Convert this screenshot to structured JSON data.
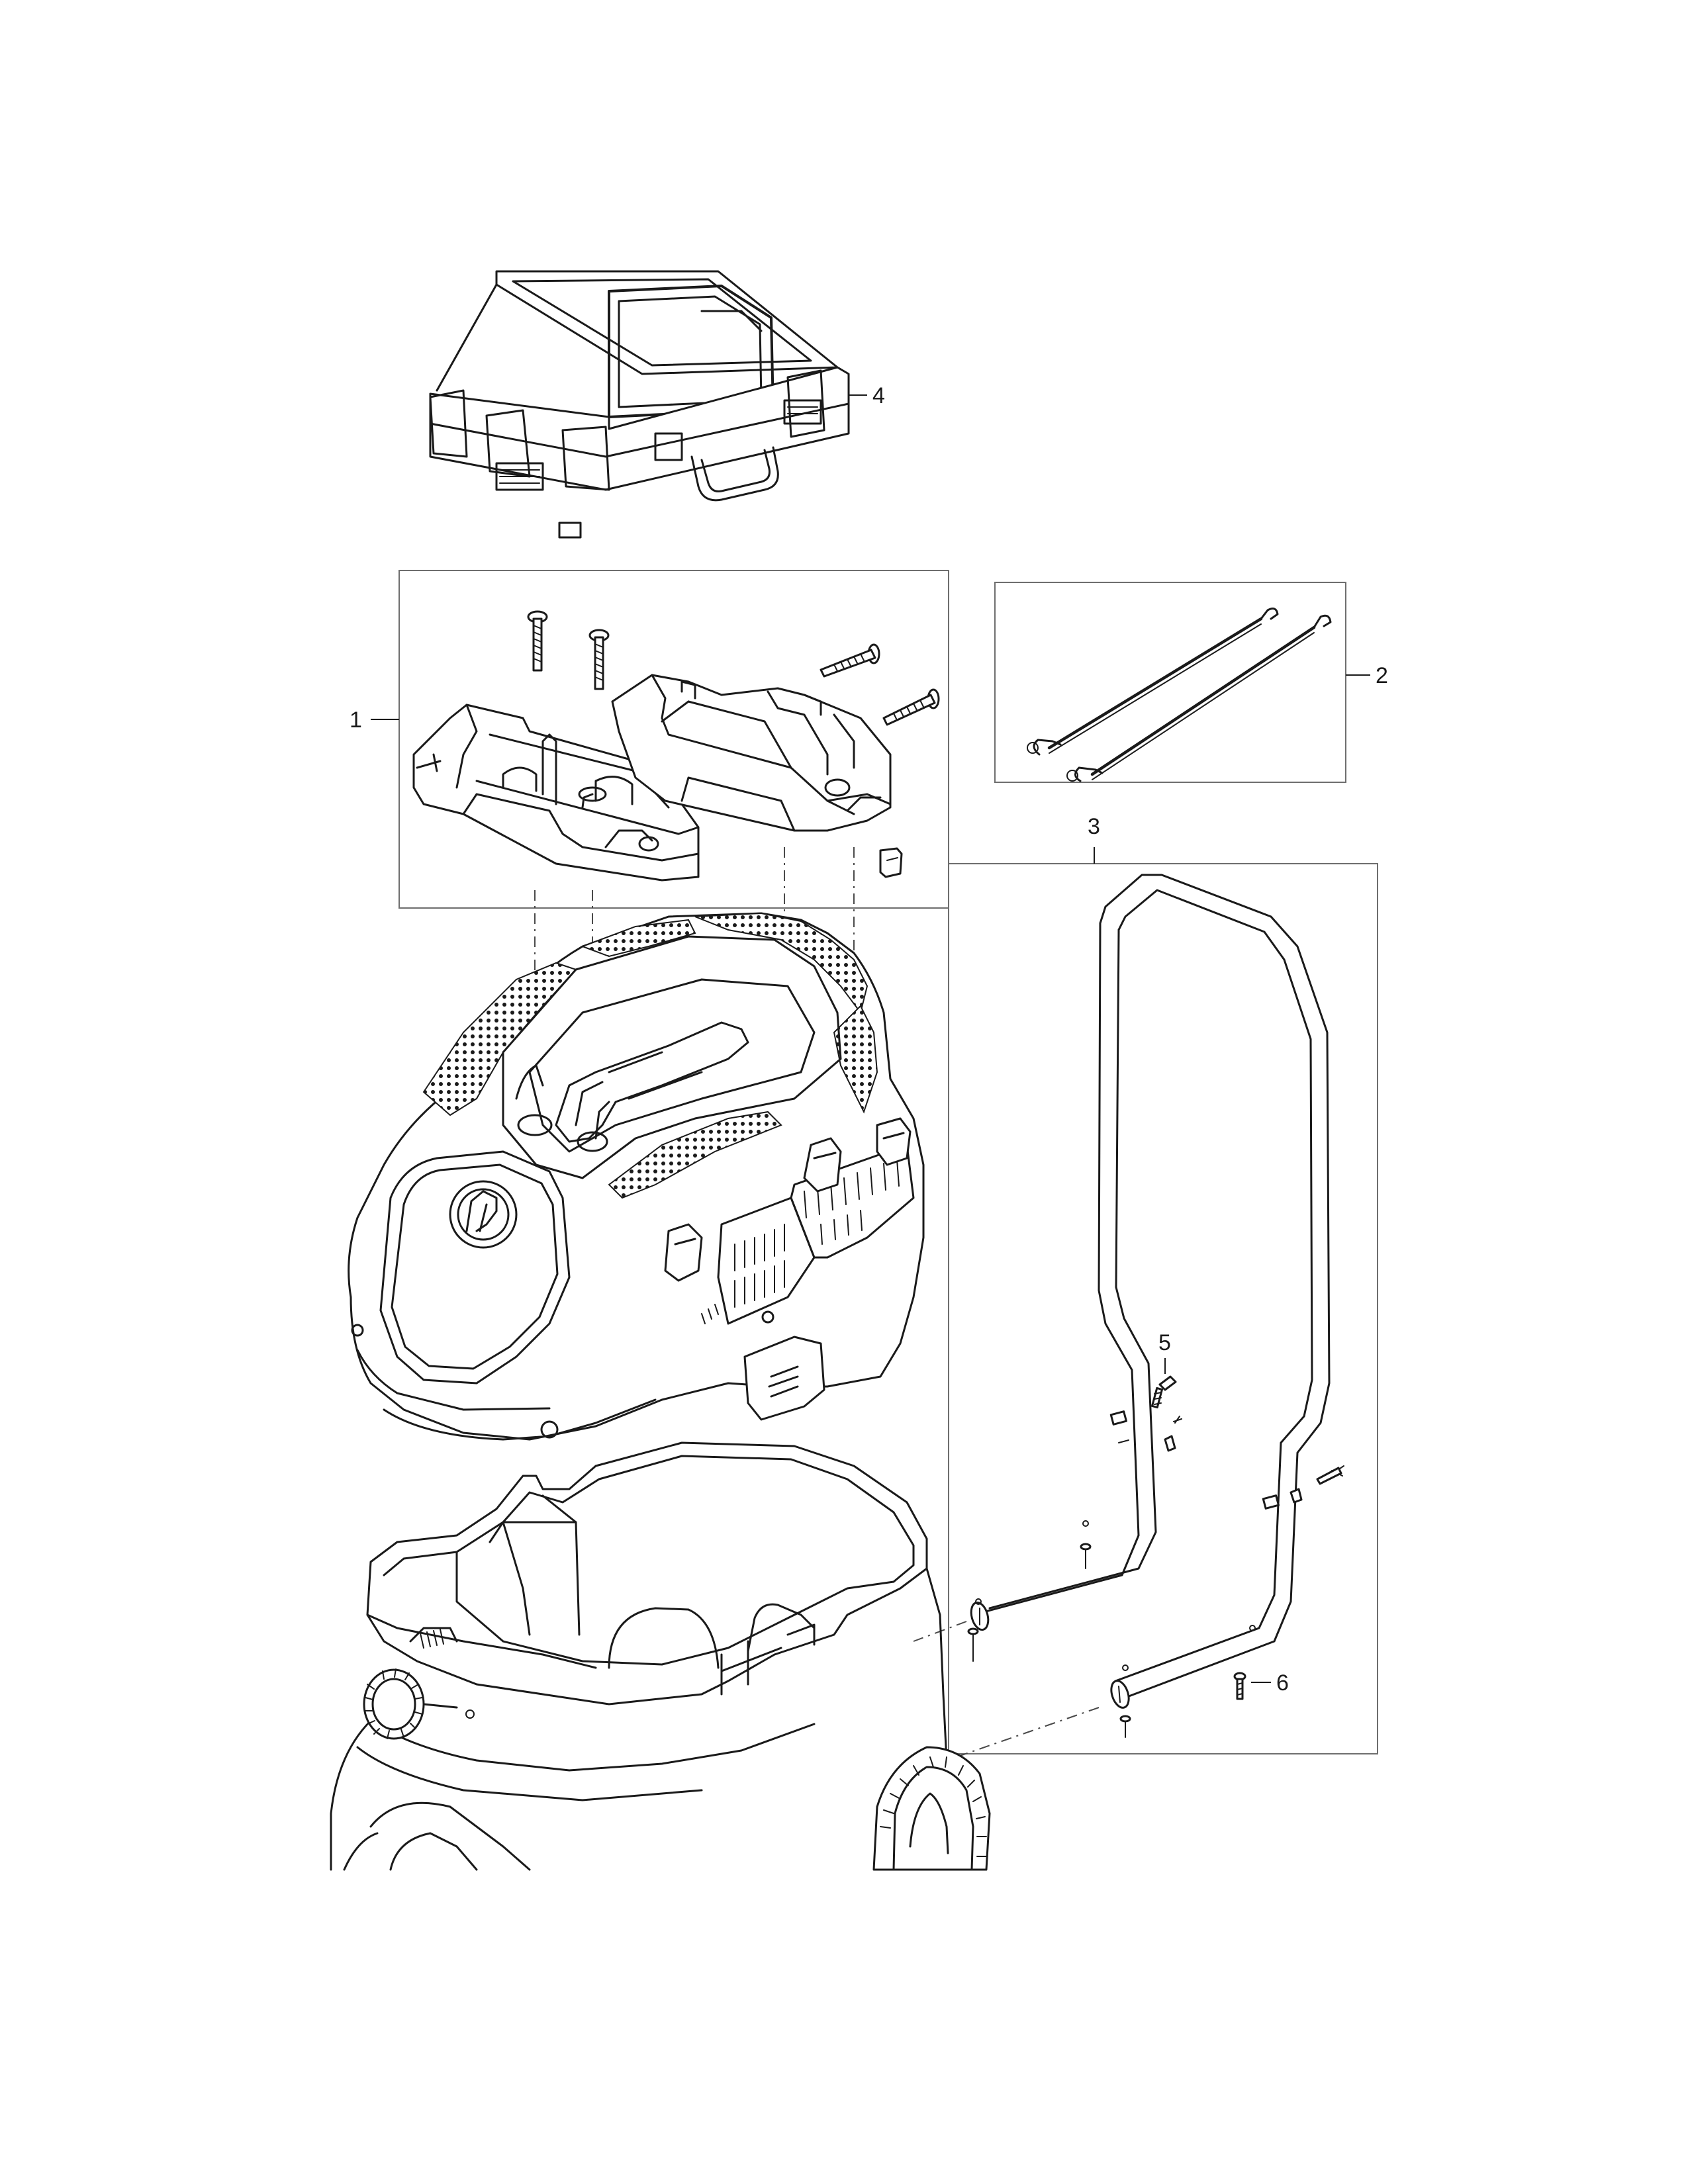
{
  "callouts": {
    "part_1": "1",
    "part_2": "2",
    "part_3": "3",
    "part_4": "4",
    "part_5": "5",
    "part_6": "6"
  },
  "colors": {
    "line": "#1a1a1a",
    "frame": "#6e6e6e",
    "background": "#ffffff"
  }
}
